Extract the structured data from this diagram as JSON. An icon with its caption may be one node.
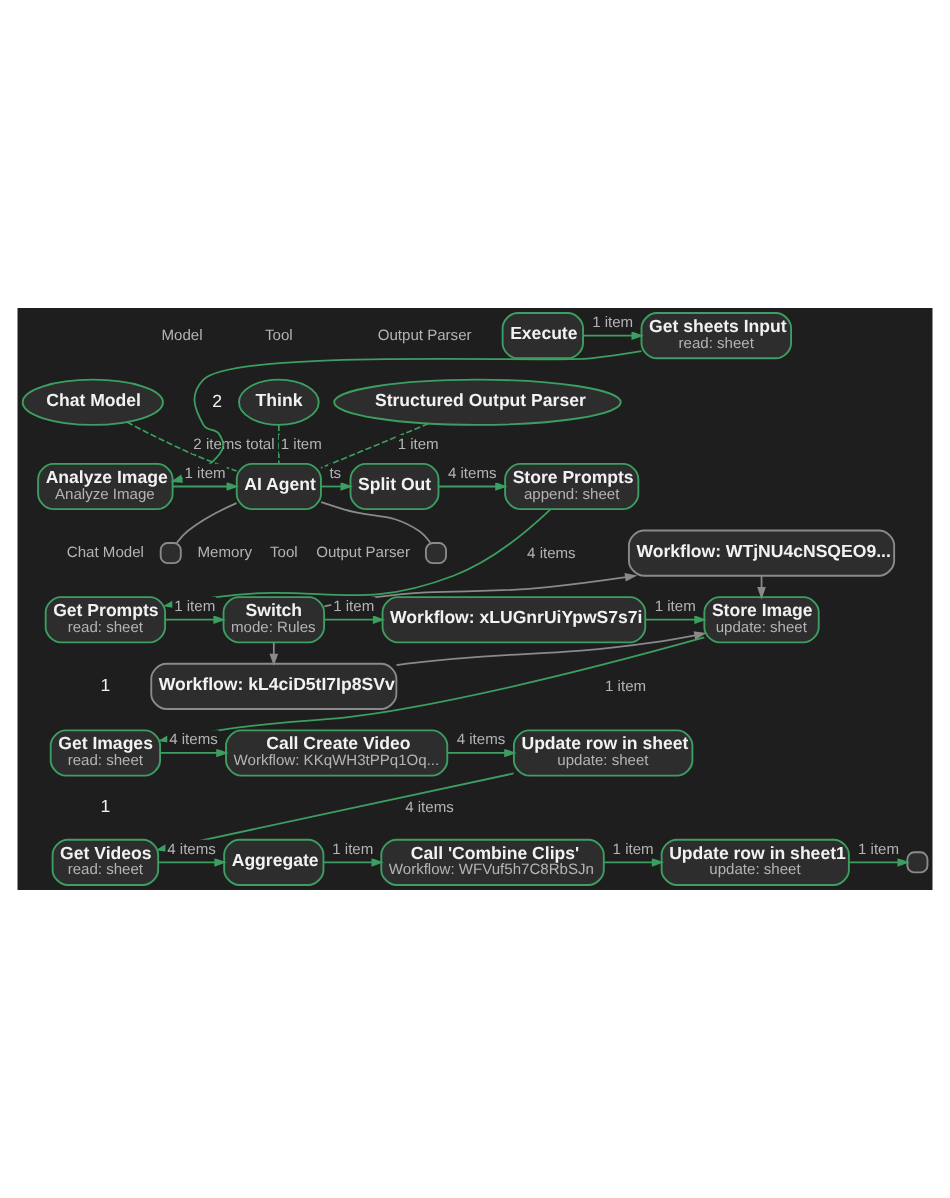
{
  "diagram": {
    "nodes": [
      {
        "text": [
          "Chat Model"
        ]
      },
      {
        "text": [
          "Think"
        ]
      },
      {
        "text": [
          "Structured Output Parser"
        ]
      },
      {
        "text": [
          "Execute"
        ]
      },
      {
        "text": [
          "Get sheets Input",
          "read: sheet"
        ]
      },
      {
        "text": [
          "Analyze Image",
          "Analyze Image"
        ]
      },
      {
        "text": [
          "AI Agent"
        ]
      },
      {
        "text": [
          "Split Out"
        ]
      },
      {
        "text": [
          "Store Prompts",
          "append: sheet"
        ]
      },
      {
        "text": [],
        "shape": "box"
      },
      {
        "text": [],
        "shape": "box"
      },
      {
        "text": [
          "Get Prompts",
          "read: sheet"
        ]
      },
      {
        "text": [
          "Switch",
          "mode: Rules"
        ]
      },
      {
        "text": [
          "Workflow: WTjNU4cNSQEO9..."
        ]
      },
      {
        "text": [
          "Workflow: xLUGnrUiYpwS7s7i"
        ]
      },
      {
        "text": [
          "Store Image",
          "update: sheet"
        ]
      },
      {
        "text": [
          "Workflow: kL4ciD5tI7Ip8SVv"
        ]
      },
      {
        "text": [
          "Get Images",
          "read: sheet"
        ]
      },
      {
        "text": [
          "Call Create Video",
          "Workflow: KKqWH3tPPq1Oq..."
        ]
      },
      {
        "text": [
          "Update row in sheet",
          "update: sheet"
        ]
      },
      {
        "text": [
          "Get Videos",
          "read: sheet"
        ]
      },
      {
        "text": [
          "Aggregate"
        ]
      },
      {
        "text": [
          "Call 'Combine Clips'",
          "Workflow: WFVuf5h7C8RbSJn"
        ]
      },
      {
        "text": [
          "Update row in sheet1",
          "update: sheet"
        ]
      },
      {
        "text": [],
        "shape": "box"
      }
    ],
    "edges": [
      {
        "from": 0,
        "to": 6,
        "arrow": "none",
        "style": "dashed",
        "label": "2 items total"
      },
      {
        "from": 1,
        "to": 6,
        "arrow": "none",
        "style": "dashed",
        "label": "1 item"
      },
      {
        "from": 2,
        "to": 6,
        "arrow": "none",
        "style": "dashed",
        "label": "1 item"
      },
      {
        "from": 3,
        "to": 4,
        "arrow": "to",
        "label": "1 item"
      },
      {
        "from": 4,
        "to": 5,
        "arrow": "to"
      },
      {
        "from": 5,
        "to": 6,
        "arrow": "to",
        "label": "1 item"
      },
      {
        "from": 6,
        "to": 7,
        "arrow": "to",
        "label": "ts"
      },
      {
        "from": 7,
        "to": 8,
        "arrow": "to",
        "label": "4 items"
      },
      {
        "from": 6,
        "to": 9,
        "arrow": "none",
        "color": "#8a8a8a"
      },
      {
        "from": 6,
        "to": 10,
        "arrow": "none",
        "color": "#8a8a8a"
      },
      {
        "from": 8,
        "to": 11,
        "arrow": "to",
        "label": "4 items"
      },
      {
        "from": 11,
        "to": 12,
        "arrow": "to",
        "label": "1 item"
      },
      {
        "from": 12,
        "to": 13,
        "arrow": "to",
        "color": "#8a8a8a"
      },
      {
        "from": 12,
        "to": 14,
        "arrow": "to",
        "label": "1 item"
      },
      {
        "from": 12,
        "to": 16,
        "arrow": "to",
        "color": "#8a8a8a"
      },
      {
        "from": 13,
        "to": 15,
        "arrow": "to",
        "color": "#8a8a8a"
      },
      {
        "from": 14,
        "to": 15,
        "arrow": "to",
        "label": "1 item"
      },
      {
        "from": 16,
        "to": 15,
        "arrow": "to",
        "color": "#8a8a8a"
      },
      {
        "from": 15,
        "to": 17,
        "arrow": "to",
        "label": "1 item"
      },
      {
        "from": 17,
        "to": 18,
        "arrow": "to",
        "label": "4 items"
      },
      {
        "from": 18,
        "to": 19,
        "arrow": "to",
        "label": "4 items"
      },
      {
        "from": 19,
        "to": 20,
        "arrow": "to",
        "label": "4 items"
      },
      {
        "from": 20,
        "to": 21,
        "arrow": "to",
        "label": "4 items"
      },
      {
        "from": 21,
        "to": 22,
        "arrow": "to",
        "label": "1 item"
      },
      {
        "from": 22,
        "to": 23,
        "arrow": "to",
        "label": "1 item"
      },
      {
        "from": 23,
        "to": 24,
        "arrow": "to",
        "label": "1 item"
      }
    ],
    "labels": [
      "Model",
      "Tool",
      "Output Parser",
      "2",
      "Chat Model",
      "Memory",
      "Tool",
      "Output Parser",
      "1",
      "1"
    ]
  }
}
